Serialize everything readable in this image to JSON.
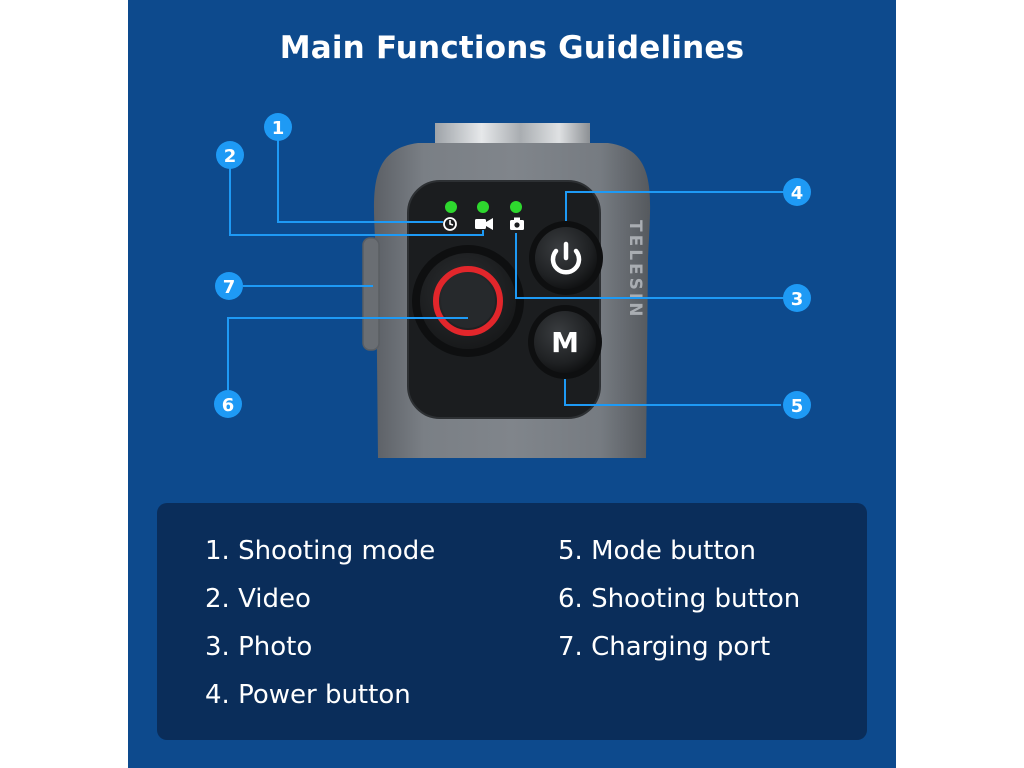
{
  "title": "Main Functions Guidelines",
  "colors": {
    "background": "#0d4a8d",
    "legend_background": "#0a2d5a",
    "callout": "#1e9af5",
    "indicator_led": "#2ed82e",
    "shutter_ring": "#e2262b"
  },
  "device": {
    "brand": "TELESIN",
    "mode_button_label": "M",
    "icons": [
      "clock-icon",
      "video-camera-icon",
      "photo-camera-icon",
      "power-icon"
    ]
  },
  "callouts": [
    {
      "number": "1",
      "target": "shooting-mode-indicator"
    },
    {
      "number": "2",
      "target": "video-indicator"
    },
    {
      "number": "3",
      "target": "photo-indicator"
    },
    {
      "number": "4",
      "target": "power-button"
    },
    {
      "number": "5",
      "target": "mode-button"
    },
    {
      "number": "6",
      "target": "shooting-button"
    },
    {
      "number": "7",
      "target": "charging-port"
    }
  ],
  "legend": {
    "left": [
      "1. Shooting mode",
      "2. Video",
      "3. Photo",
      "4. Power button"
    ],
    "right": [
      "5. Mode button",
      "6. Shooting button",
      "7. Charging port"
    ]
  }
}
